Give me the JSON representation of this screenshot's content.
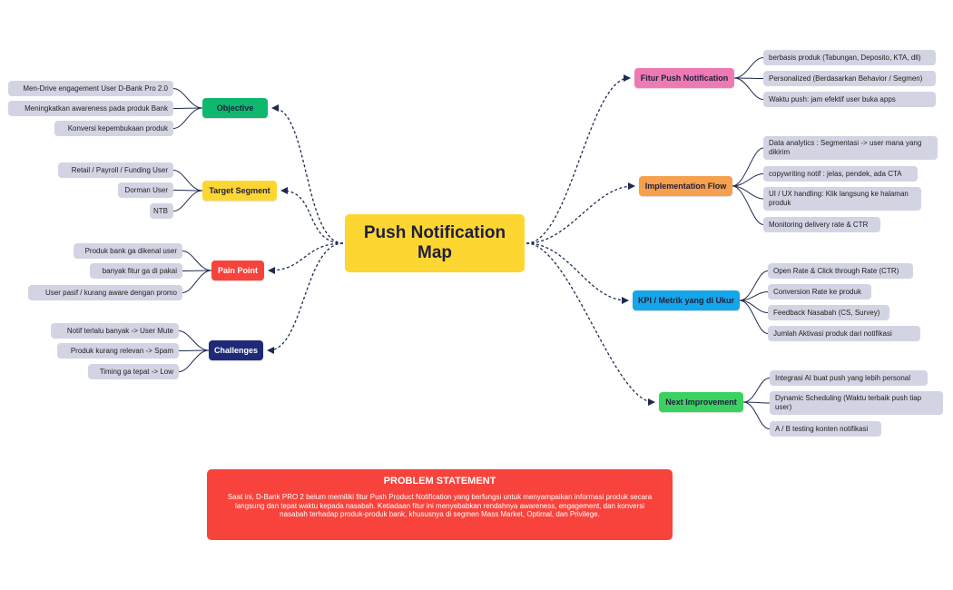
{
  "title": "Push Notification Map",
  "colors": {
    "central": "#fdd632",
    "objective": "#0fb86f",
    "target_segment": "#fdd632",
    "pain_point": "#f8433c",
    "challenges": "#1e2a78",
    "fitur": "#ee7ab3",
    "implementation": "#f6a04d",
    "kpi": "#14a6e8",
    "next": "#3bd15f",
    "leaf": "#d3d4e3",
    "connector": "#1e2a50"
  },
  "left_branches": [
    {
      "label": "Objective",
      "items": [
        "Men-Drive engagement User D-Bank Pro 2.0",
        "Meningkatkan awareness pada produk Bank",
        "Konversi kepembukaan produk"
      ]
    },
    {
      "label": "Target Segment",
      "items": [
        "Retail / Payroll / Funding User",
        "Dorman User",
        "NTB"
      ]
    },
    {
      "label": "Pain Point",
      "items": [
        "Produk bank ga dikenal user",
        "banyak fitur ga di pakai",
        "User pasif / kurang aware dengan promo"
      ]
    },
    {
      "label": "Challenges",
      "items": [
        "Notif terlalu banyak -> User Mute",
        "Produk kurang relevan -> Spam",
        "Timing ga tepat -> Low"
      ]
    }
  ],
  "right_branches": [
    {
      "label": "Fitur Push Notification",
      "items": [
        "berbasis produk (Tabungan, Deposito, KTA, dll)",
        "Personalized (Berdasarkan Behavior / Segmen)",
        "Waktu push: jam efektif user buka apps"
      ]
    },
    {
      "label": "Implementation Flow",
      "items": [
        "Data analytics : Segmentasi -> user mana yang dikirim",
        "copywriting notif : jelas, pendek, ada CTA",
        "UI / UX handling: Klik langsung ke halaman produk",
        "Monitoring delivery rate & CTR"
      ]
    },
    {
      "label": "KPI / Metrik yang di Ukur",
      "items": [
        "Open Rate & Click through Rate (CTR)",
        "Conversion Rate ke produk",
        "Feedback Nasabah (CS, Survey)",
        "Jumlah Aktivasi produk dari notifikasi"
      ]
    },
    {
      "label": "Next Improvement",
      "items": [
        "Integrasi AI buat push yang lebih personal",
        "Dynamic Scheduling (Waktu terbaik push tiap user)",
        "A / B testing konten notifikasi"
      ]
    }
  ],
  "problem_statement": {
    "title": "PROBLEM STATEMENT",
    "text": "Saat ini, D-Bank PRO 2 belum memiliki fitur Push Product Notification yang berfungsi untuk menyampaikan informasi produk secara langsung dan tepat waktu kepada nasabah. Ketiadaan fitur ini menyebabkan rendahnya awareness, engagement, dan konversi nasabah terhadap produk-produk bank, khususnya di segmen Mass Market, Optimal, dan Privilege."
  }
}
